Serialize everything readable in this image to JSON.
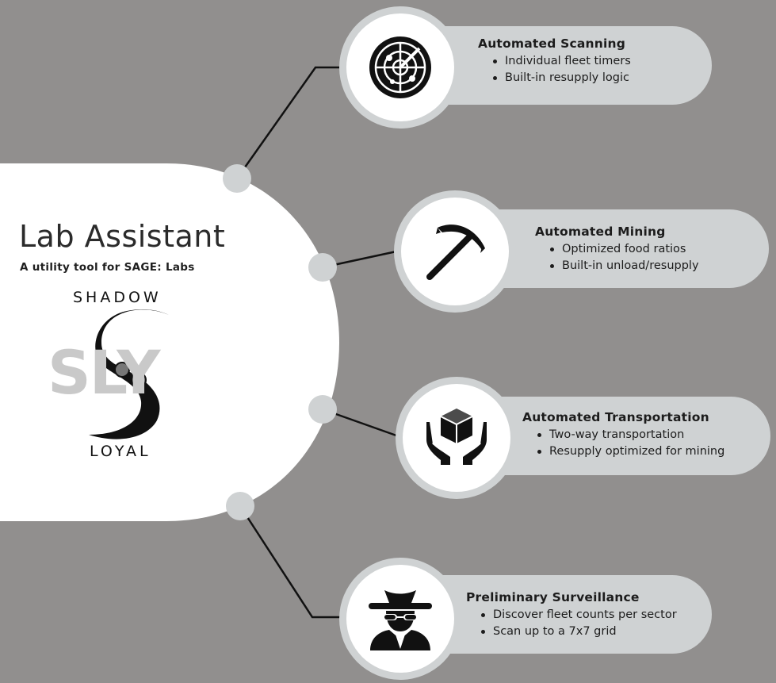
{
  "hub": {
    "title": "Lab Assistant",
    "subtitle": "A utility tool for SAGE: Labs",
    "logo": {
      "top_word": "SHADOW",
      "bottom_word": "LOYAL",
      "monogram": "SLY"
    }
  },
  "features": [
    {
      "title": "Automated Scanning",
      "icon": "radar-icon",
      "bullets": [
        "Individual fleet timers",
        "Built-in resupply logic"
      ]
    },
    {
      "title": "Automated Mining",
      "icon": "pickaxe-icon",
      "bullets": [
        "Optimized food ratios",
        "Built-in unload/resupply"
      ]
    },
    {
      "title": "Automated Transportation",
      "icon": "package-hands-icon",
      "bullets": [
        "Two-way transportation",
        "Resupply optimized for mining"
      ]
    },
    {
      "title": "Preliminary Surveillance",
      "icon": "spy-icon",
      "bullets": [
        "Discover fleet counts per sector",
        "Scan up to a 7x7 grid"
      ]
    }
  ],
  "colors": {
    "background": "#918f8e",
    "hub": "#ffffff",
    "pill": "#cfd2d3",
    "connector_node": "#cfd2d3",
    "icon": "#111111",
    "logo_monogram": "#c9c9c9"
  }
}
